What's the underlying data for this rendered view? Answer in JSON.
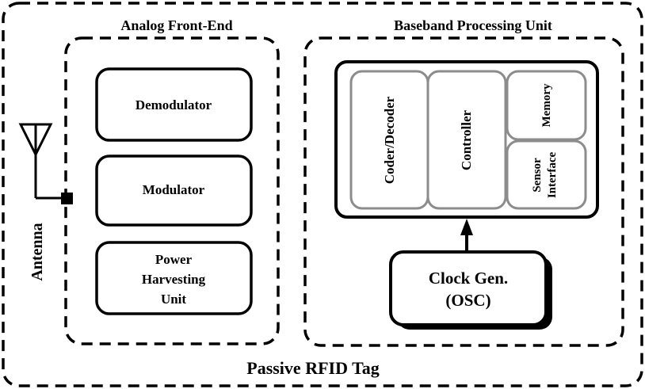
{
  "outer": {
    "title": "Passive RFID Tag"
  },
  "antenna": {
    "label": "Antenna"
  },
  "analog_front_end": {
    "title": "Analog Front-End",
    "blocks": [
      {
        "lines": [
          "Demodulator"
        ]
      },
      {
        "lines": [
          "Modulator"
        ]
      },
      {
        "lines": [
          "Power",
          "Harvesting",
          "Unit"
        ]
      }
    ]
  },
  "baseband": {
    "title": "Baseband Processing Unit",
    "coder_decoder": "Coder/Decoder",
    "controller": "Controller",
    "memory": "Memory",
    "sensor_interface": [
      "Sensor",
      "Interface"
    ],
    "clock": [
      "Clock Gen.",
      "(OSC)"
    ]
  }
}
